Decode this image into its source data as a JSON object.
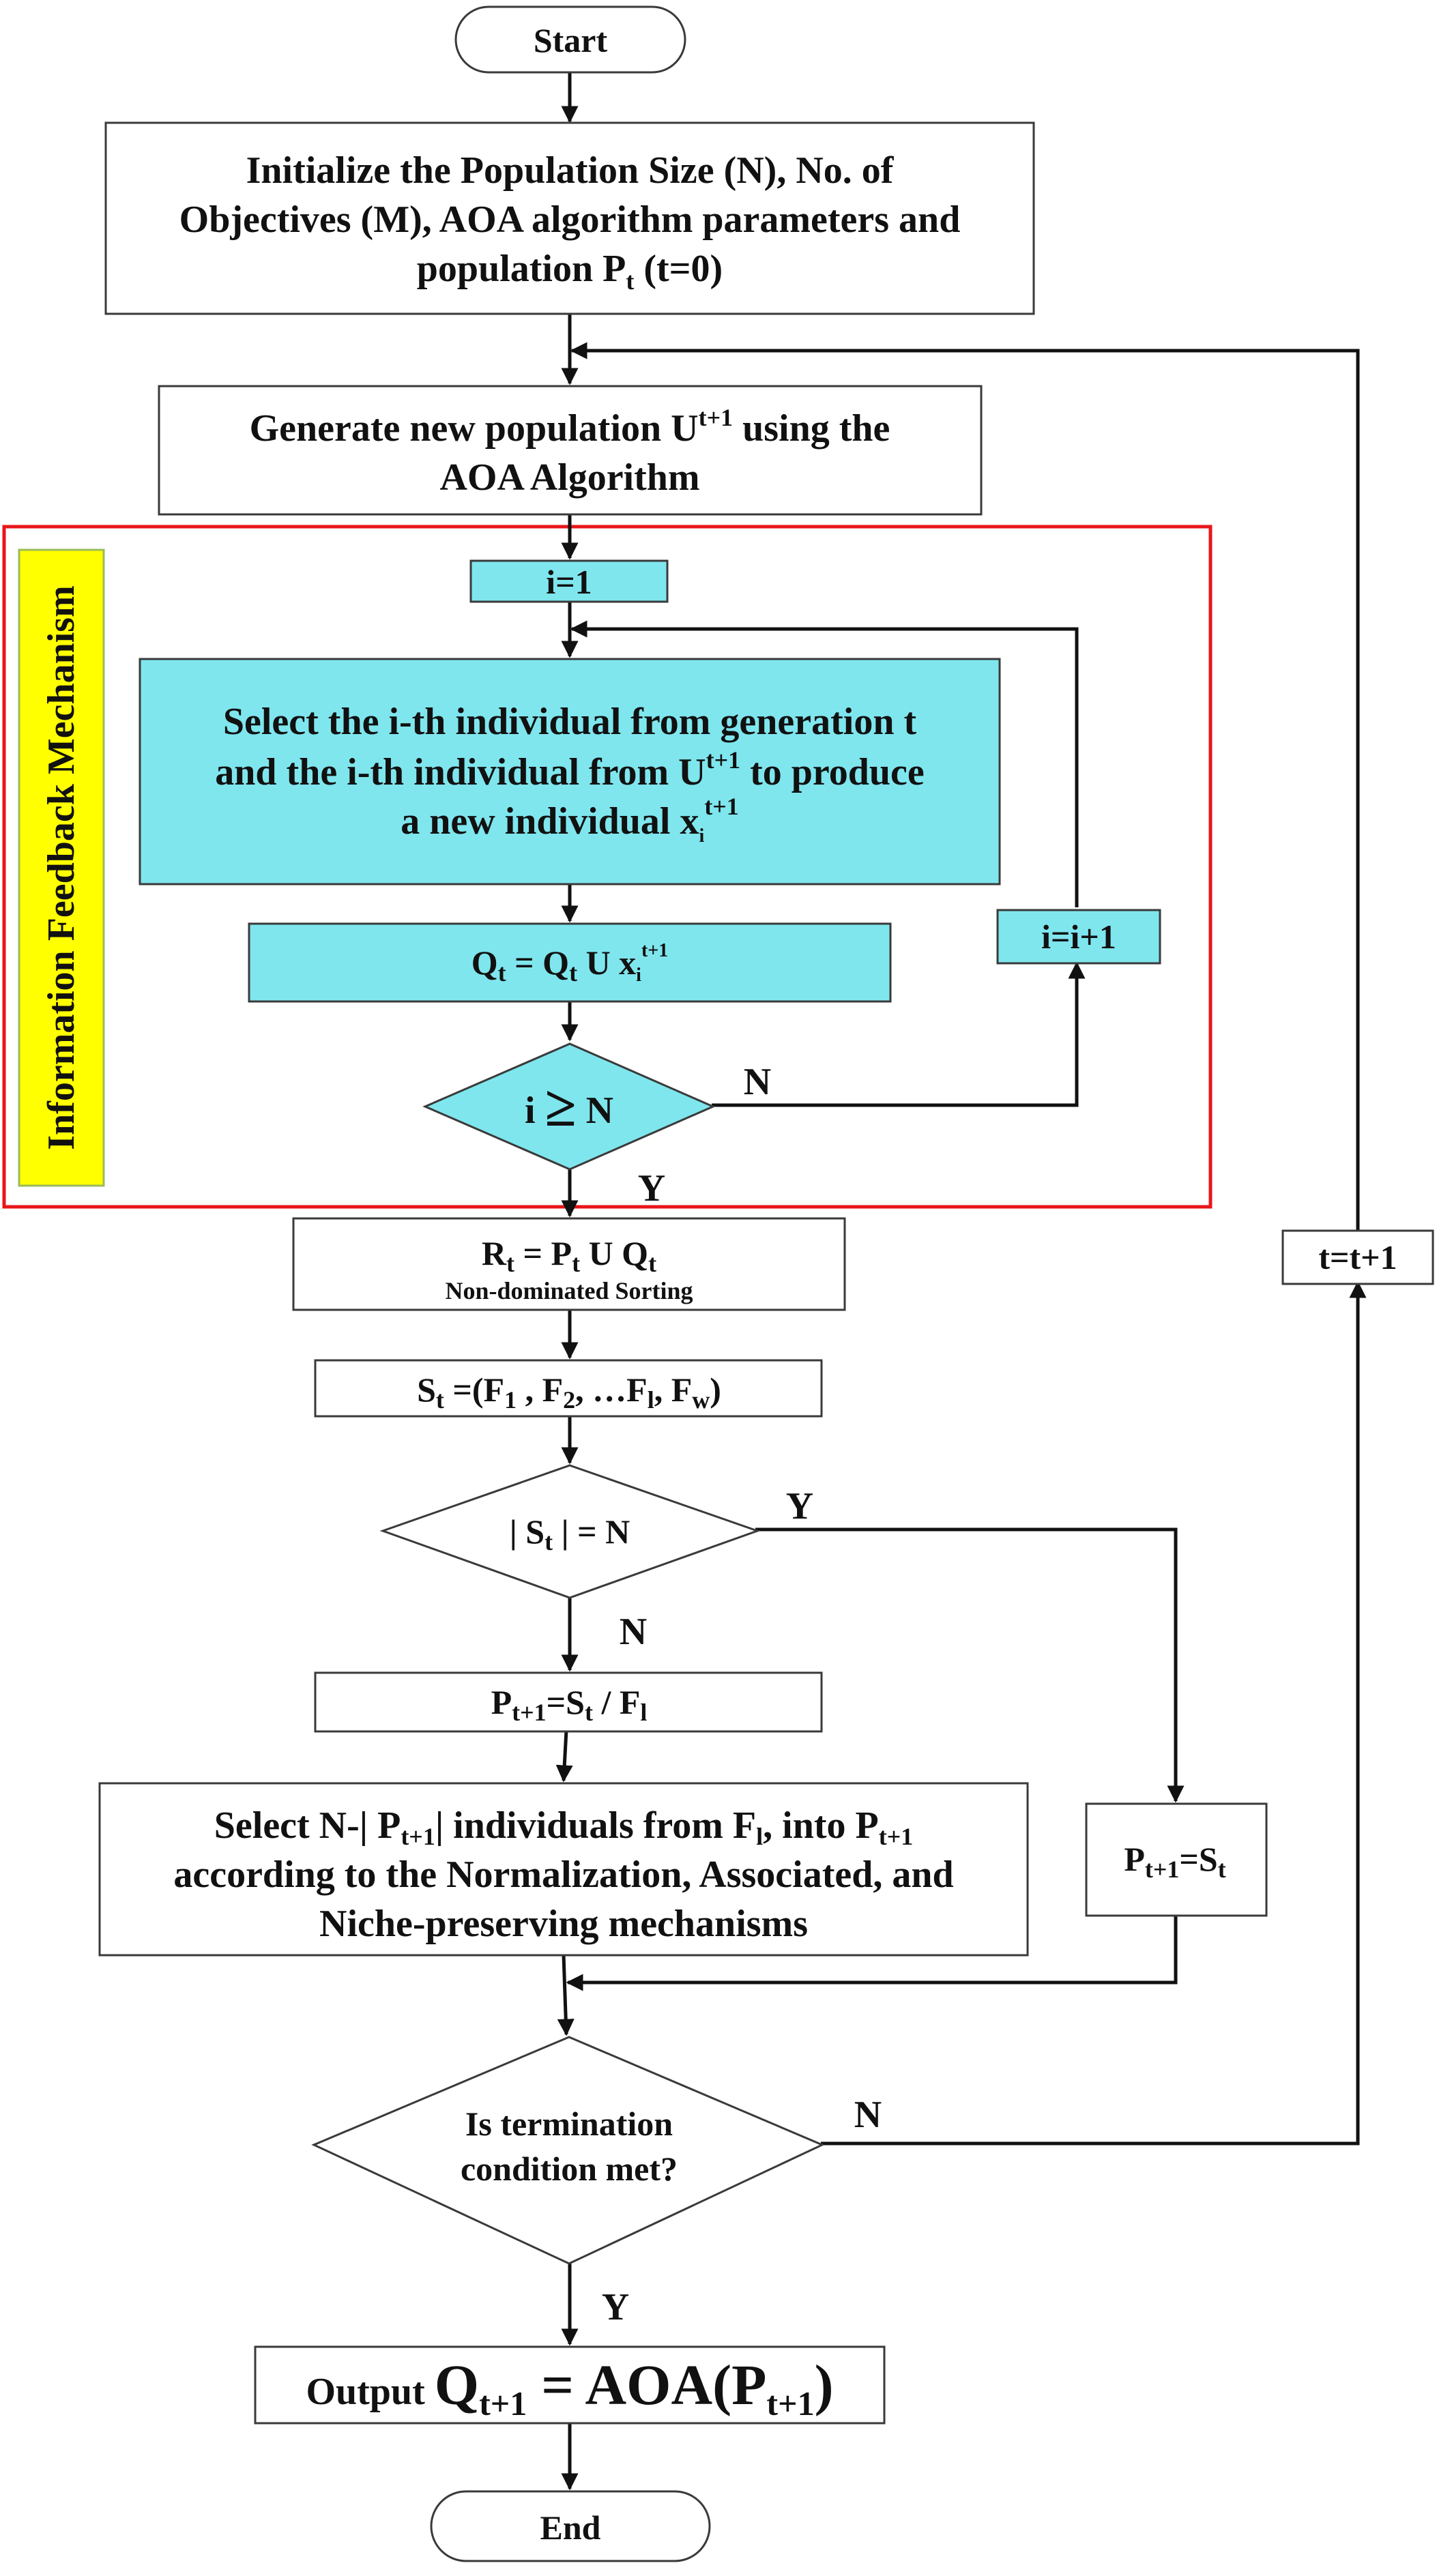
{
  "nodes": {
    "start": "Start",
    "init": {
      "line1": "Initialize the Population Size (N), No. of",
      "line2": "Objectives (M), AOA algorithm parameters and",
      "line3_pre": "population P",
      "line3_sub": "t",
      "line3_post": " (t=0)"
    },
    "generate": {
      "line1_pre": "Generate new population U",
      "line1_sup": "t+1",
      "line1_post": " using the",
      "line2": "AOA Algorithm"
    },
    "feedback_label": "Information Feedback Mechanism",
    "i_init": "i=1",
    "select_ind": {
      "line1": "Select the i-th individual from generation t",
      "line2_pre": "and the i-th individual from U",
      "line2_sup": "t+1",
      "line2_post": "  to produce",
      "line3_pre": "a new individual x",
      "line3_sub": "i",
      "line3_sup": "t+1"
    },
    "q_update": {
      "pre": "Q",
      "sub1": "t",
      "mid": " = Q",
      "sub2": "t",
      "post": " U x",
      "sub3": "i",
      "sup": "t+1"
    },
    "i_inc": "i=i+1",
    "decision_i": {
      "pre": "i ",
      "sym": "≥",
      "post": " N"
    },
    "rt": {
      "pre": "R",
      "sub1": "t",
      "mid": " = P",
      "sub2": "t",
      "post": " U Q",
      "sub3": "t",
      "line2": "Non-dominated Sorting"
    },
    "st": {
      "pre": "S",
      "sub1": "t",
      "mid1": " =(F",
      "sub2": "1",
      "mid2": " , F",
      "sub3": "2",
      "mid3": ", …F",
      "sub4": "l",
      "mid4": ", F",
      "sub5": "w",
      "post": ")"
    },
    "decision_st": {
      "pre": "| S",
      "sub": "t",
      "post": " | = N"
    },
    "pt1": {
      "pre": "P",
      "sub1": "t+1",
      "mid": "=S",
      "sub2": "t",
      "post": " / F",
      "sub3": "l"
    },
    "select_n": {
      "line1_pre": "Select N-| P",
      "line1_sub1": "t+1",
      "line1_mid": "| individuals from F",
      "line1_sub2": "l",
      "line1_mid2": ", into P",
      "line1_sub3": "t+1",
      "line2": "according to the Normalization, Associated, and",
      "line3": "Niche-preserving mechanisms"
    },
    "pt_eq_st": {
      "pre": "P",
      "sub1": "t+1",
      "mid": "=S",
      "sub2": "t"
    },
    "t_inc": "t=t+1",
    "termination": {
      "line1": "Is termination",
      "line2": "condition met?"
    },
    "output": {
      "label": "Output ",
      "q": "Q",
      "q_sub": "t+1",
      "mid": " = AOA(P",
      "p_sub": "t+1",
      "post": ")"
    },
    "end": "End"
  },
  "edge_labels": {
    "n_loop": "N",
    "y_loop": "Y",
    "y_st": "Y",
    "n_st": "N",
    "n_term": "N",
    "y_term": "Y"
  },
  "colors": {
    "process_cyan": "#7fe6ee",
    "feedback_border": "#e8161b",
    "label_yellow": "#ffff00",
    "label_yellow_border": "#9bbb59"
  }
}
